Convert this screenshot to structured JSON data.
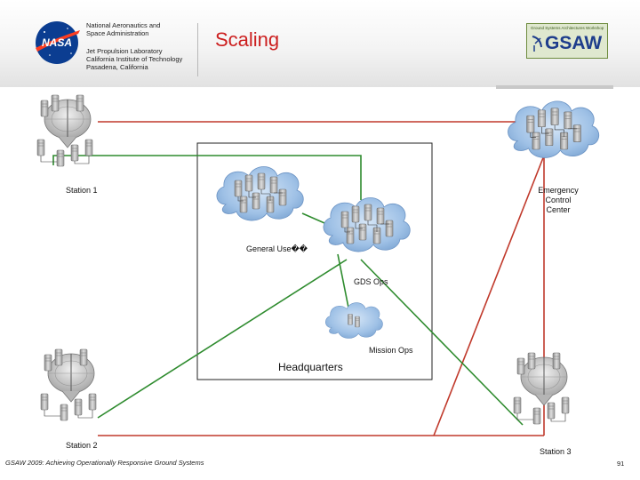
{
  "header": {
    "org_line1": "National Aeronautics and",
    "org_line2": "Space Administration",
    "lab_line1": "Jet Propulsion Laboratory",
    "lab_line2": "California Institute of Technology",
    "lab_line3": "Pasadena, California",
    "title": "Scaling",
    "logo_text": "GSAW",
    "logo_caption": "Ground Systems Architectures Workshop"
  },
  "diagram": {
    "nodes": {
      "station1": "Station 1",
      "station2": "Station 2",
      "station3": "Station 3",
      "ecc_line1": "Emergency",
      "ecc_line2": "Control",
      "ecc_line3": "Center",
      "general_use": "General Use��",
      "gds_ops": "GDS Ops",
      "mission_ops": "Mission Ops",
      "headquarters": "Headquarters"
    },
    "link_colors": {
      "red": "#c0392b",
      "green": "#2e8b2e"
    }
  },
  "footer": {
    "text": "GSAW 2009: Achieving Operationally Responsive Ground Systems",
    "page": "91"
  }
}
